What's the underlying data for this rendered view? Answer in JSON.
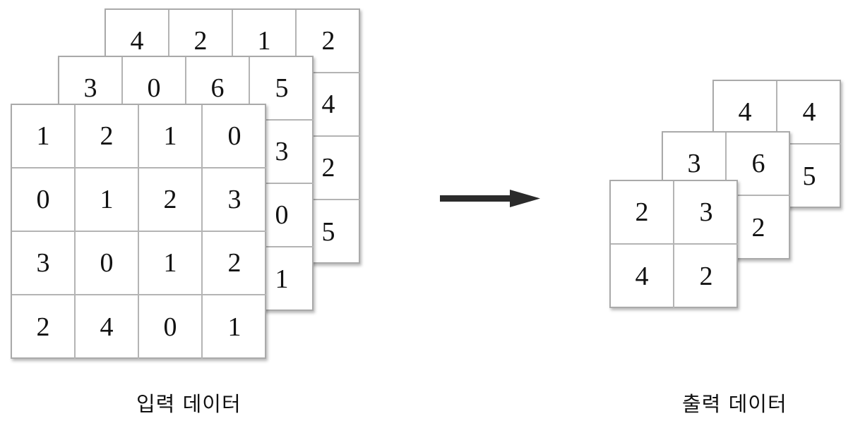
{
  "input": {
    "caption": "입력 데이터",
    "channels": [
      [
        [
          "4",
          "2",
          "1",
          "2"
        ],
        [
          "",
          "",
          "",
          "4"
        ],
        [
          "",
          "",
          "",
          "2"
        ],
        [
          "",
          "",
          "",
          "5"
        ]
      ],
      [
        [
          "3",
          "0",
          "6",
          "5"
        ],
        [
          "",
          "",
          "",
          "3"
        ],
        [
          "",
          "",
          "",
          "0"
        ],
        [
          "",
          "",
          "",
          "1"
        ]
      ],
      [
        [
          "1",
          "2",
          "1",
          "0"
        ],
        [
          "0",
          "1",
          "2",
          "3"
        ],
        [
          "3",
          "0",
          "1",
          "2"
        ],
        [
          "2",
          "4",
          "0",
          "1"
        ]
      ]
    ]
  },
  "output": {
    "caption": "출력 데이터",
    "channels": [
      [
        [
          "4",
          "4"
        ],
        [
          "",
          "5"
        ]
      ],
      [
        [
          "3",
          "6"
        ],
        [
          "",
          "2"
        ]
      ],
      [
        [
          "2",
          "3"
        ],
        [
          "4",
          "2"
        ]
      ]
    ]
  }
}
